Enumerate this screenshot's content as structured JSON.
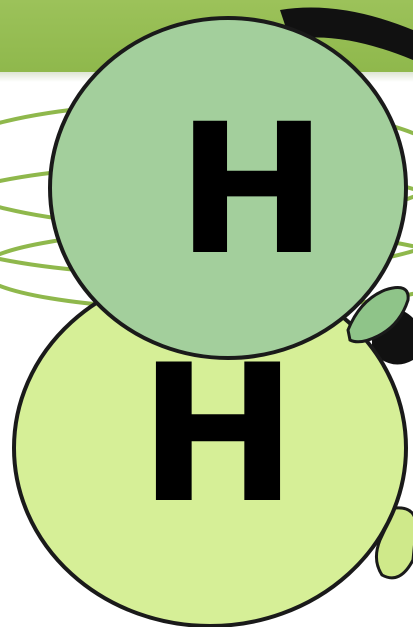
{
  "atoms": [
    {
      "id": "atom-top",
      "label": "H",
      "fill": "#a3cf9c"
    },
    {
      "id": "atom-bottom",
      "label": "H",
      "fill": "#d6ef97"
    }
  ],
  "colors": {
    "band": "#9cc25a",
    "orbit": "#8fb84c",
    "outline": "#1a1a1a"
  }
}
